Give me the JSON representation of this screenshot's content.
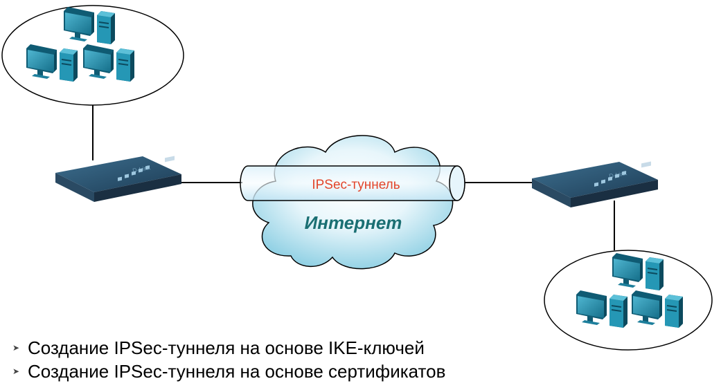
{
  "tunnel": {
    "label": "IPSec-туннель"
  },
  "cloud": {
    "label": "Интернет"
  },
  "bullets": [
    {
      "text": "Создание IPSec-туннеля на основе IKE-ключей"
    },
    {
      "text": "Создание IPSec-туннеля на основе сертификатов"
    }
  ],
  "colors": {
    "tunnel_label": "#e2452a",
    "cloud_label": "#1a6f73",
    "computer_teal": "#1f8fab",
    "router_dark": "#1d3549"
  },
  "icons": {
    "computer": "desktop-computer-icon",
    "router": "router-icon",
    "cloud": "cloud-icon"
  }
}
